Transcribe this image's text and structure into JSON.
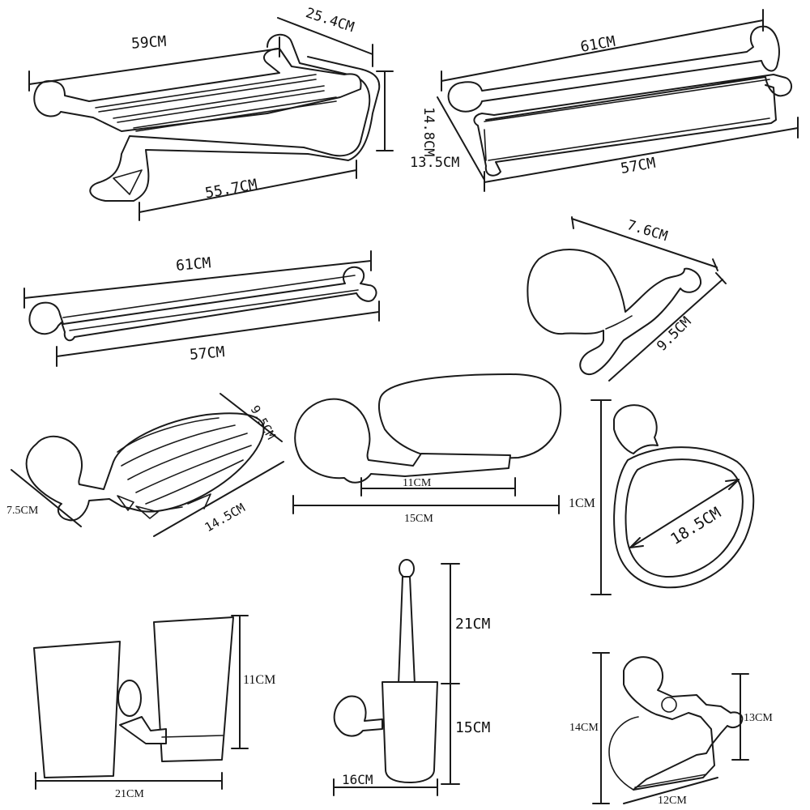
{
  "products": {
    "towel_shelf": {
      "dims": [
        "59CM",
        "25.4CM",
        "14.8CM",
        "55.7CM"
      ]
    },
    "double_towel_bar": {
      "dims": [
        "61CM",
        "57CM",
        "13.5CM"
      ]
    },
    "single_towel_bar": {
      "dims": [
        "61CM",
        "57CM"
      ]
    },
    "robe_hook": {
      "dims": [
        "7.6CM",
        "9.5CM"
      ]
    },
    "soap_basket": {
      "dims": [
        "9.5CM",
        "7.5CM",
        "14.5CM"
      ]
    },
    "soap_dish": {
      "dims": [
        "11CM",
        "15CM"
      ]
    },
    "towel_ring": {
      "dims": [
        "1CM",
        "18.5CM"
      ]
    },
    "double_tumbler": {
      "dims": [
        "11CM",
        "21CM"
      ]
    },
    "toilet_brush": {
      "dims": [
        "21CM",
        "15CM",
        "16CM"
      ]
    },
    "paper_holder": {
      "dims": [
        "14CM",
        "13CM",
        "12CM"
      ]
    }
  }
}
